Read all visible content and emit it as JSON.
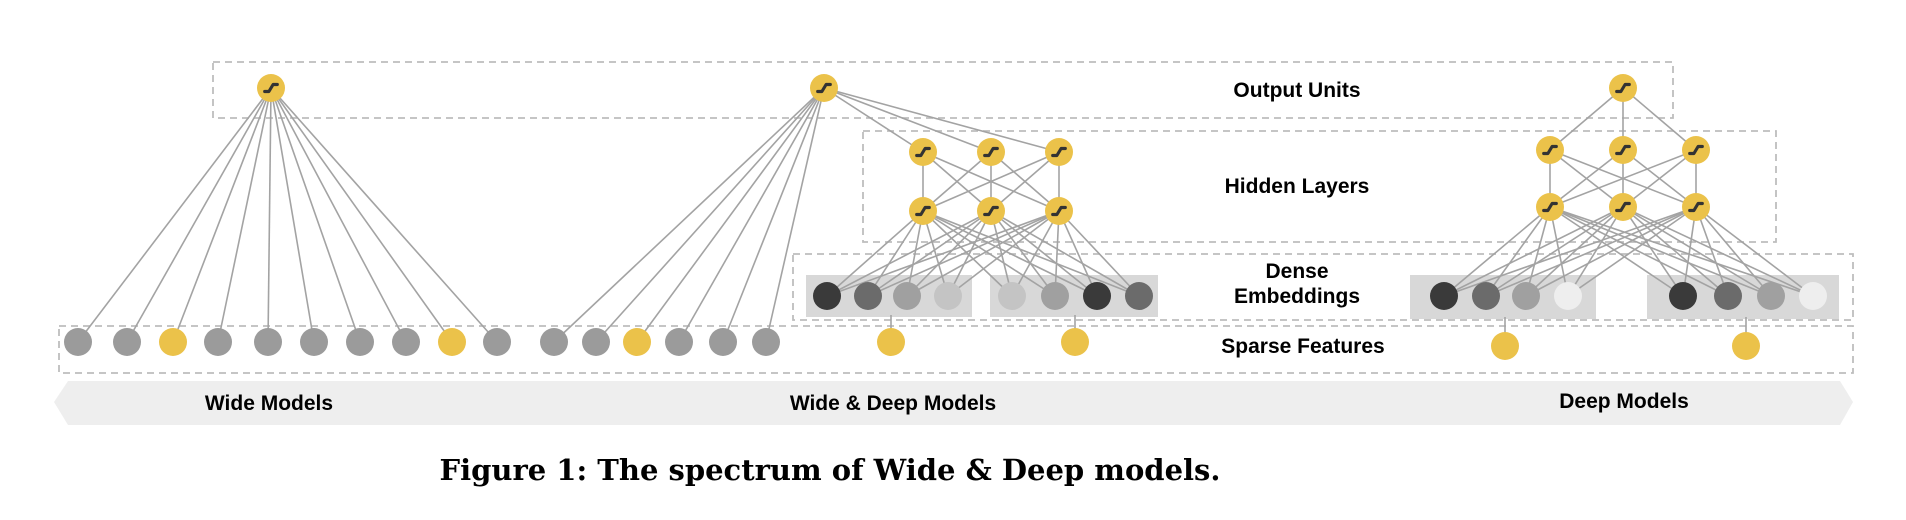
{
  "layers": {
    "output": "Output Units",
    "hidden": "Hidden Layers",
    "dense_line1": "Dense",
    "dense_line2": "Embeddings",
    "sparse": "Sparse Features"
  },
  "models": {
    "wide": "Wide Models",
    "wide_deep": "Wide & Deep Models",
    "deep": "Deep Models"
  },
  "caption": "Figure 1: The spectrum of Wide & Deep models.",
  "colors": {
    "yellow": "#ebc24a",
    "grey_node": "#9b9b9b",
    "edge": "#a3a3a3",
    "dashed_box": "#bdbdbd",
    "arrow_band": "#eeeeee",
    "emb_bg": "#d8d8d8",
    "emb_dark": "#3a3a3a",
    "emb_mid": "#6b6b6b",
    "emb_light": "#a0a0a0",
    "emb_lighter": "#c4c4c4",
    "emb_white": "#eeeeee"
  },
  "icons": {
    "activation": "sigmoid-activation-icon"
  }
}
